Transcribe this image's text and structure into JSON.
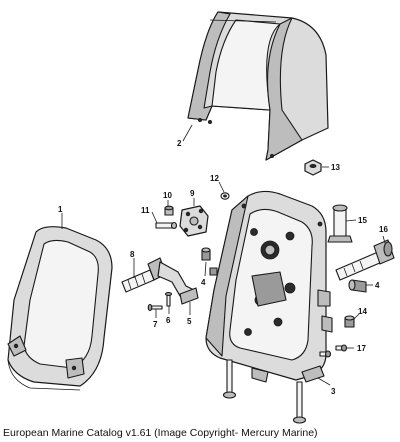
{
  "caption": "European Marine Catalog v1.61 (Image Copyright- Mercury Marine)",
  "callouts": {
    "c1": "1",
    "c2": "2",
    "c3": "3",
    "c4a": "4",
    "c4b": "4",
    "c5": "5",
    "c6": "6",
    "c7": "7",
    "c8": "8",
    "c9": "9",
    "c10": "10",
    "c11": "11",
    "c12": "12",
    "c13": "13",
    "c14": "14",
    "c15": "15",
    "c16": "16",
    "c17": "17"
  }
}
